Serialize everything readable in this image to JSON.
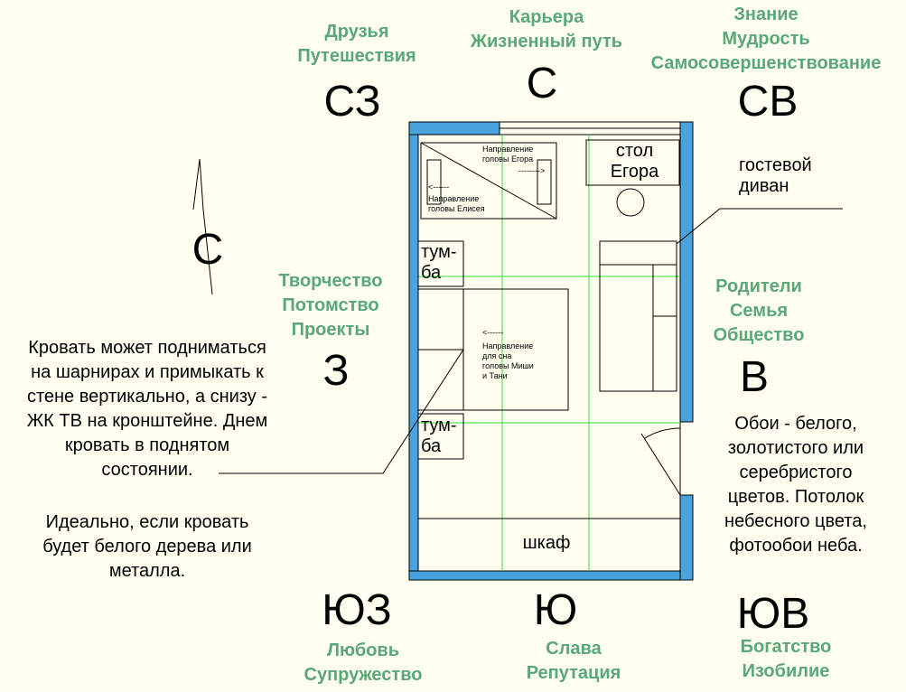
{
  "zones": {
    "nw": "Друзья\nПутешествия",
    "n": "Карьера\nЖизненный путь",
    "ne": "Знание\nМудрость\nСамосовершенствование",
    "w": "Творчество\nПотомство\nПроекты",
    "e": "Родители\nСемья\nОбщество",
    "sw": "Любовь\nСупружество",
    "s": "Слава\nРепутация",
    "se": "Богатство\nИзобилие"
  },
  "directions": {
    "nw": "СЗ",
    "n": "С",
    "ne": "СВ",
    "w": "З",
    "e": "В",
    "sw": "ЮЗ",
    "s": "Ю",
    "se": "ЮВ",
    "compass": "С"
  },
  "notes": {
    "bed": "Кровать может подниматься\nна шарнирах и примыкать  к\nстене вертикально, а снизу -\nЖК ТВ на кронштейне. Днем\nкровать в поднятом\nсостоянии.",
    "bed_material": "Идеально, если кровать\nбудет белого дерева или\nметалла.",
    "wallpaper": "Обои - белого,\nзолотистого или\nсеребристого\nцветов. Потолок\nнебесного цвета,\nфотообои неба."
  },
  "furniture": {
    "desk": "стол\nЕгора",
    "guest_sofa": "гостевой\nдиван",
    "nightstand_top": "тум-\nба",
    "nightstand_bottom": "тум-\nба",
    "wardrobe": "шкаф",
    "bunk_head_egor": "Направление\nголовы Егора",
    "bunk_head_elisey": "Направление\nголовы Елисея",
    "bed_head": "Направление\nдля сна\nголовы Миши\nи Тани",
    "arrow_right": "-------->",
    "arrow_left": "<------",
    "arrow_left2": "<------"
  },
  "colors": {
    "zone_text": "#5aa778",
    "wall": "#4aa3df",
    "grid": "#33dd33",
    "background": "#fffff0"
  }
}
